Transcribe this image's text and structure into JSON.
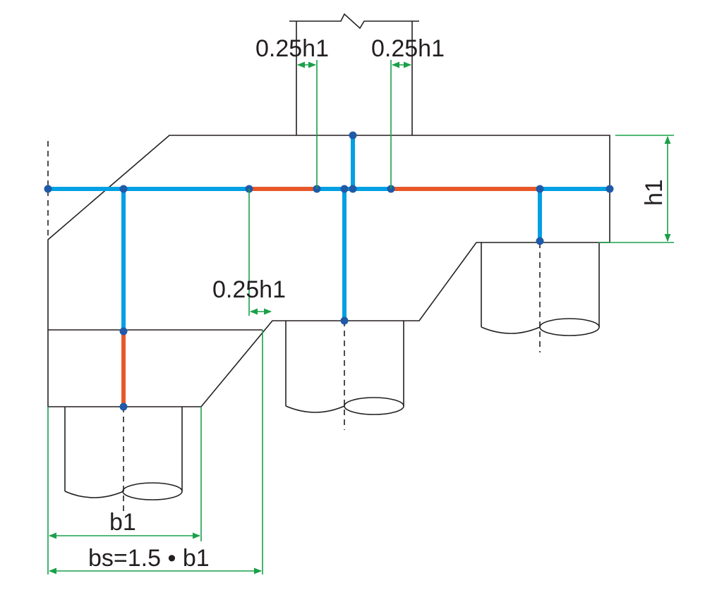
{
  "colors": {
    "rigid_link": "#00a0e3",
    "flexible_segment": "#e8582a",
    "node": "#1f5aa8",
    "dimension": "#1aa04a",
    "outline": "#231f20"
  },
  "labels": {
    "col_offset_left": "0.25h1",
    "col_offset_right": "0.25h1",
    "pile_offset": "0.25h1",
    "height": "h1",
    "pile_width": "b1",
    "effective_width": "bs=1.5 • b1"
  }
}
